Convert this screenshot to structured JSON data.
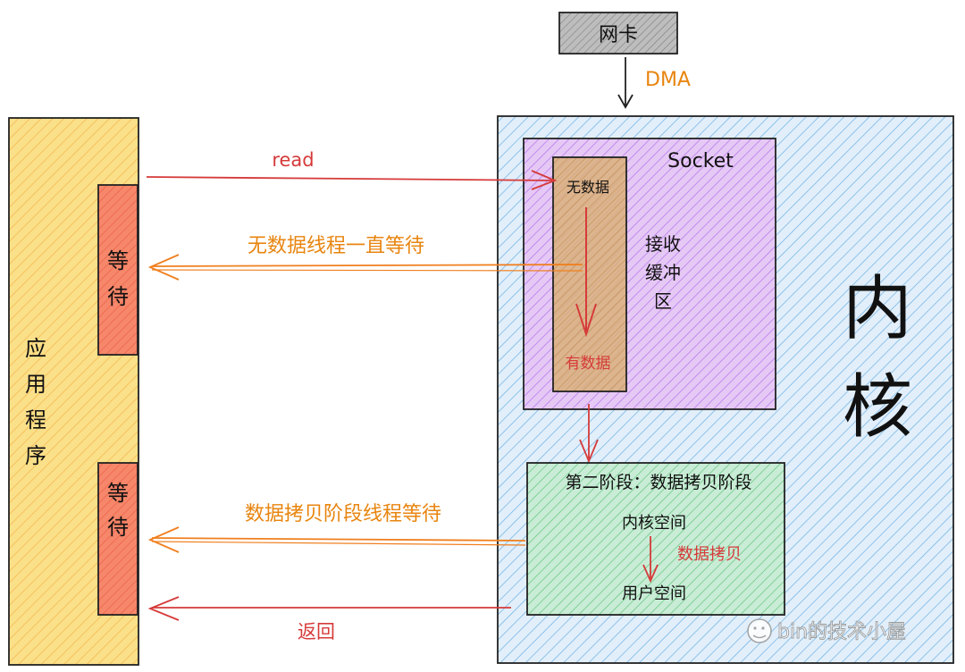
{
  "nic": {
    "label": "网卡"
  },
  "dma": {
    "label": "DMA"
  },
  "app": {
    "label_chars": [
      "应",
      "用",
      "程",
      "序"
    ]
  },
  "wait1": {
    "chars": [
      "等",
      "待"
    ]
  },
  "wait2": {
    "chars": [
      "等",
      "待"
    ]
  },
  "kernel": {
    "label_chars": [
      "内",
      "核"
    ]
  },
  "socket": {
    "title": "Socket"
  },
  "recv_buffer": {
    "label_lines": [
      "接收",
      "缓冲",
      "区"
    ],
    "no_data": "无数据",
    "has_data": "有数据"
  },
  "copy_stage": {
    "title": "第二阶段：数据拷贝阶段",
    "kernel_space": "内核空间",
    "copy_label": "数据拷贝",
    "user_space": "用户空间"
  },
  "arrows": {
    "read": "read",
    "wait_no_data": "无数据线程一直等待",
    "wait_copy": "数据拷贝阶段线程等待",
    "return": "返回"
  },
  "watermark": {
    "text": "bin的技术小屋"
  },
  "colors": {
    "app_fill": "#fbe08a",
    "app_hatch": "#f2a93b",
    "wait_fill": "#f6876a",
    "kernel_fill": "#e2effa",
    "kernel_hatch": "#4d9fe0",
    "socket_fill": "#e6c8f5",
    "socket_hatch": "#a35ee8",
    "buffer_fill": "#d9b07a",
    "copy_fill": "#c9ecd6",
    "copy_hatch": "#4fbf6e",
    "nic_fill": "#bdbdbd",
    "arrow_red": "#d63a3a",
    "arrow_orange": "#f07f1e",
    "label_orange": "#e8850f",
    "label_red": "#d63a3a"
  }
}
